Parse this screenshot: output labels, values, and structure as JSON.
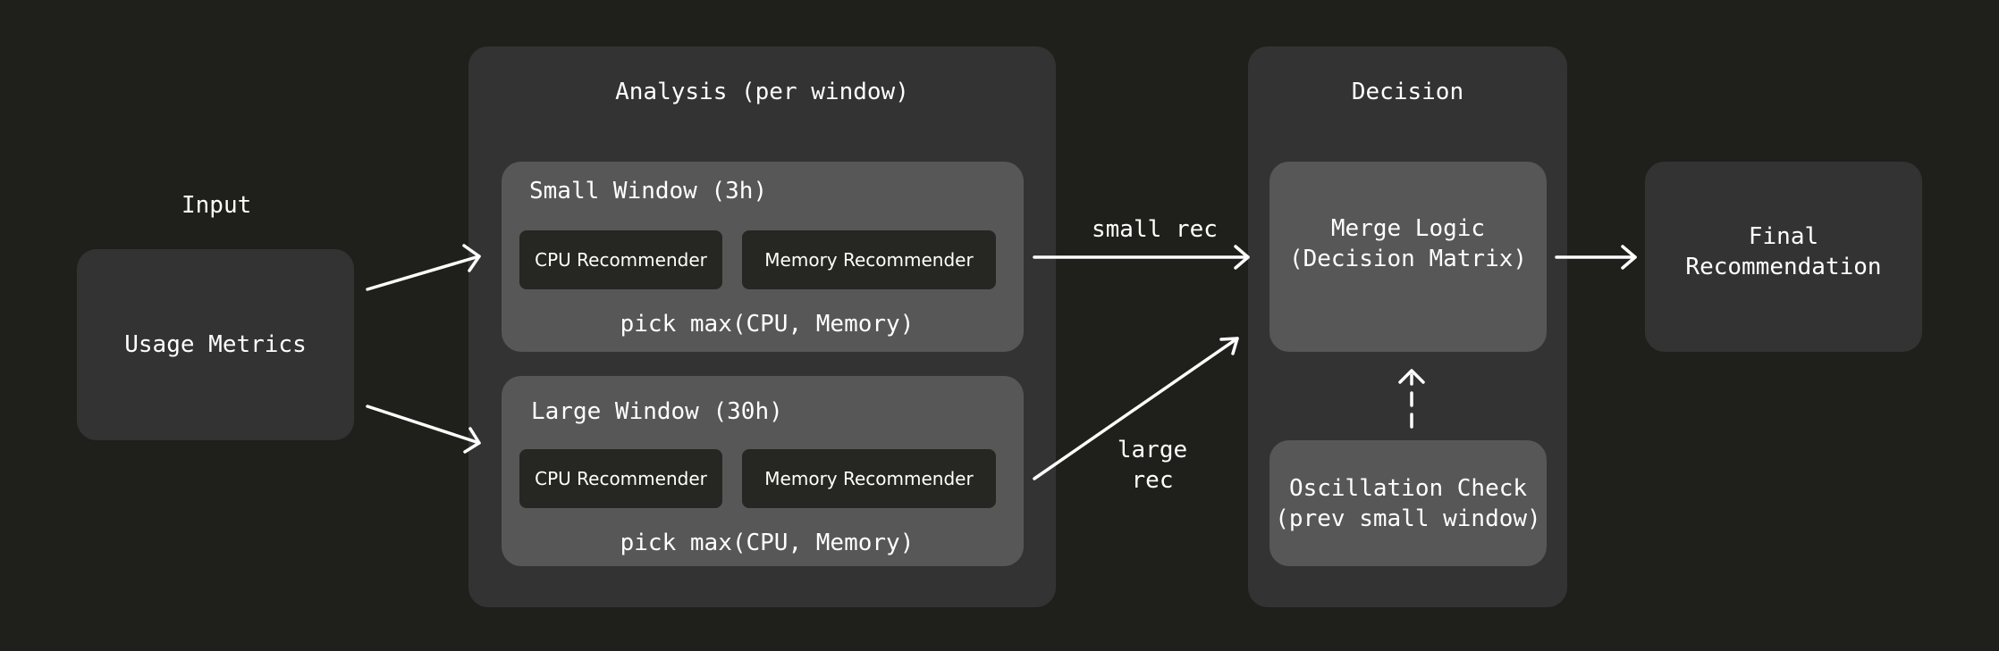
{
  "input": {
    "title": "Input",
    "node_label": "Usage Metrics"
  },
  "analysis": {
    "title": "Analysis (per window)",
    "windows": [
      {
        "title": "Small Window (3h)",
        "cpu_label": "CPU Recommender",
        "mem_label": "Memory Recommender",
        "pick_label": "pick max(CPU, Memory)"
      },
      {
        "title": "Large Window (30h)",
        "cpu_label": "CPU Recommender",
        "mem_label": "Memory Recommender",
        "pick_label": "pick max(CPU, Memory)"
      }
    ]
  },
  "edges": {
    "small_rec": "small rec",
    "large_rec": "large\nrec"
  },
  "decision": {
    "title": "Decision",
    "merge_label": "Merge Logic\n(Decision Matrix)",
    "oscillation_label": "Oscillation Check\n(prev small window)"
  },
  "output": {
    "node_label": "Final\nRecommendation"
  },
  "colors": {
    "background": "#1f1f1b",
    "panel": "#333333",
    "subpanel": "#575757",
    "chip": "#262622",
    "text": "#ffffff"
  }
}
